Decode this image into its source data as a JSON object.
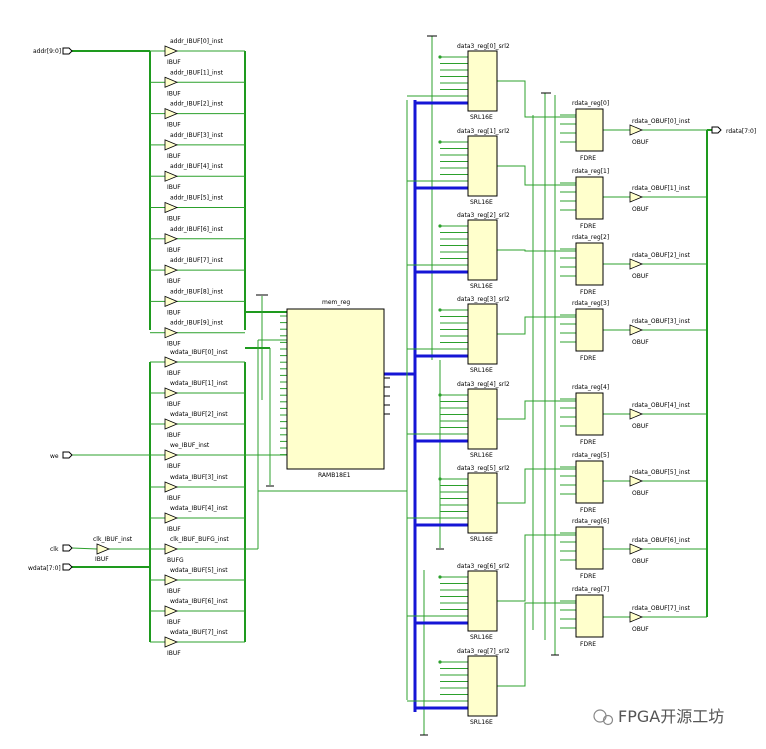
{
  "ports": {
    "addr": "addr[9:0]",
    "we": "we",
    "clk": "clk",
    "wdata": "wdata[7:0]",
    "rdata": "rdata[7:0]"
  },
  "addr_buffers": [
    "addr_IBUF[0]_inst",
    "addr_IBUF[1]_inst",
    "addr_IBUF[2]_inst",
    "addr_IBUF[3]_inst",
    "addr_IBUF[4]_inst",
    "addr_IBUF[5]_inst",
    "addr_IBUF[6]_inst",
    "addr_IBUF[7]_inst",
    "addr_IBUF[8]_inst",
    "addr_IBUF[9]_inst"
  ],
  "wdata_buffers_a": [
    "wdata_IBUF[0]_inst",
    "wdata_IBUF[1]_inst",
    "wdata_IBUF[2]_inst"
  ],
  "we_buffer": "we_IBUF_inst",
  "wdata_buffers_b": [
    "wdata_IBUF[3]_inst",
    "wdata_IBUF[4]_inst"
  ],
  "clk_bufg": "clk_IBUF_BUFG_inst",
  "wdata_buffers_c": [
    "wdata_IBUF[5]_inst",
    "wdata_IBUF[6]_inst",
    "wdata_IBUF[7]_inst"
  ],
  "clk_ibuf": "clk_IBUF_inst",
  "cell_types": {
    "ibuf": "IBUF",
    "bufg": "BUFG",
    "obuf": "OBUF",
    "srl": "SRL16E",
    "fdre": "FDRE",
    "ram": "RAMB18E1"
  },
  "mem": "mem_reg",
  "srl_names": [
    "data3_reg[0]_srl2",
    "data3_reg[1]_srl2",
    "data3_reg[2]_srl2",
    "data3_reg[3]_srl2",
    "data3_reg[4]_srl2",
    "data3_reg[5]_srl2",
    "data3_reg[6]_srl2",
    "data3_reg[7]_srl2"
  ],
  "fdre_names": [
    "rdata_reg[0]",
    "rdata_reg[1]",
    "rdata_reg[2]",
    "rdata_reg[3]",
    "rdata_reg[4]",
    "rdata_reg[5]",
    "rdata_reg[6]",
    "rdata_reg[7]"
  ],
  "obuf_names": [
    "rdata_OBUF[0]_inst",
    "rdata_OBUF[1]_inst",
    "rdata_OBUF[2]_inst",
    "rdata_OBUF[3]_inst",
    "rdata_OBUF[4]_inst",
    "rdata_OBUF[5]_inst",
    "rdata_OBUF[6]_inst",
    "rdata_OBUF[7]_inst"
  ],
  "watermark": "FPGA开源工坊",
  "colors": {
    "wire": "#2ca02c",
    "bus": "#1515d6",
    "cell_fill": "#ffffcc"
  }
}
